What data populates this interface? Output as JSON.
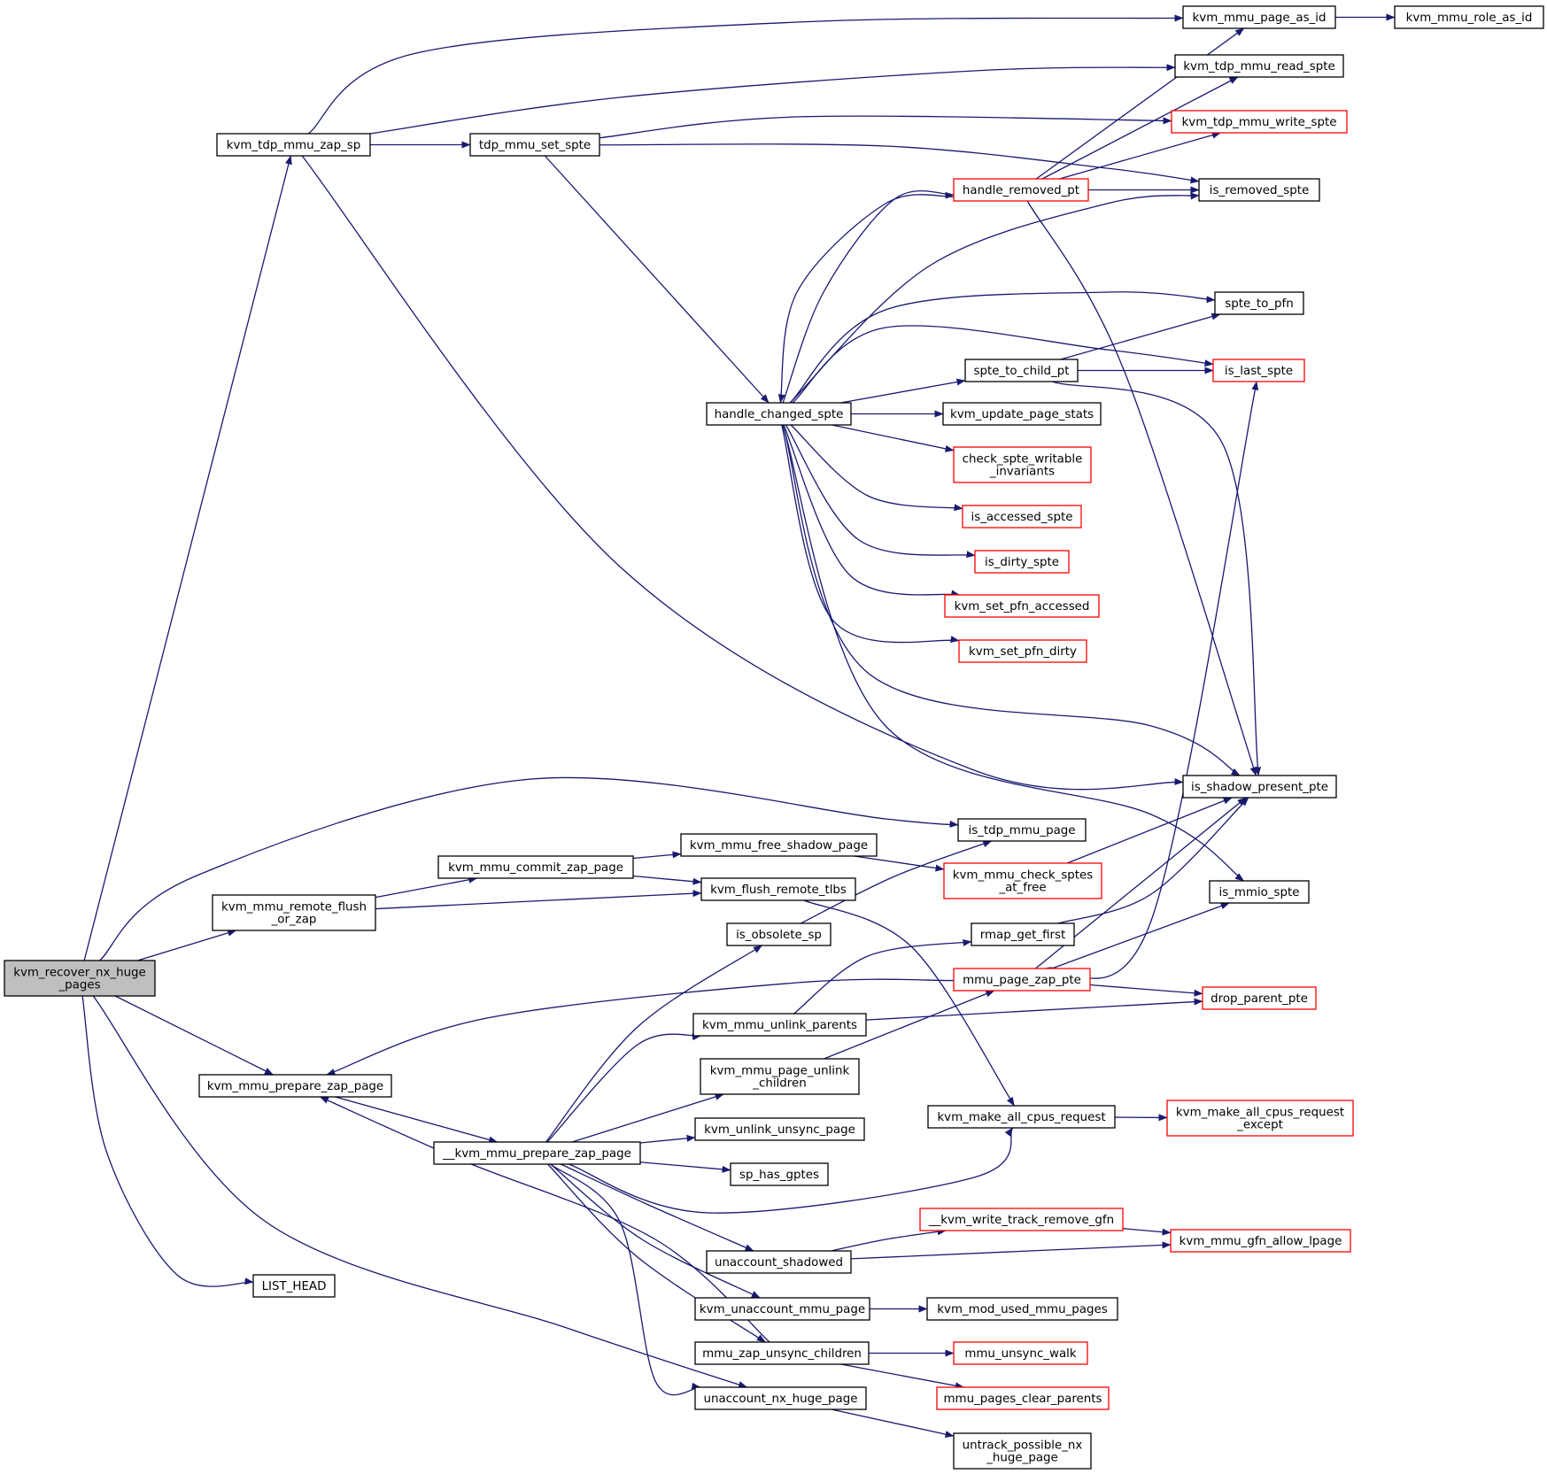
{
  "colors": {
    "edge": "#191970",
    "border_black": "#000000",
    "border_red": "#ff0000",
    "root_fill": "#bfbfbf",
    "node_fill": "#ffffff"
  },
  "nodes": [
    {
      "id": "kvm_recover_nx_huge_pages",
      "lines": [
        "kvm_recover_nx_huge",
        "_pages"
      ],
      "style": "root"
    },
    {
      "id": "kvm_tdp_mmu_zap_sp",
      "lines": [
        "kvm_tdp_mmu_zap_sp"
      ],
      "style": "black"
    },
    {
      "id": "kvm_mmu_page_as_id",
      "lines": [
        "kvm_mmu_page_as_id"
      ],
      "style": "black"
    },
    {
      "id": "kvm_mmu_role_as_id",
      "lines": [
        "kvm_mmu_role_as_id"
      ],
      "style": "black"
    },
    {
      "id": "kvm_tdp_mmu_read_spte",
      "lines": [
        "kvm_tdp_mmu_read_spte"
      ],
      "style": "black"
    },
    {
      "id": "tdp_mmu_set_spte",
      "lines": [
        "tdp_mmu_set_spte"
      ],
      "style": "black"
    },
    {
      "id": "kvm_tdp_mmu_write_spte",
      "lines": [
        "kvm_tdp_mmu_write_spte"
      ],
      "style": "red"
    },
    {
      "id": "handle_removed_pt",
      "lines": [
        "handle_removed_pt"
      ],
      "style": "red"
    },
    {
      "id": "is_removed_spte",
      "lines": [
        "is_removed_spte"
      ],
      "style": "black"
    },
    {
      "id": "spte_to_pfn",
      "lines": [
        "spte_to_pfn"
      ],
      "style": "black"
    },
    {
      "id": "spte_to_child_pt",
      "lines": [
        "spte_to_child_pt"
      ],
      "style": "black"
    },
    {
      "id": "is_last_spte",
      "lines": [
        "is_last_spte"
      ],
      "style": "red"
    },
    {
      "id": "handle_changed_spte",
      "lines": [
        "handle_changed_spte"
      ],
      "style": "black"
    },
    {
      "id": "kvm_update_page_stats",
      "lines": [
        "kvm_update_page_stats"
      ],
      "style": "black"
    },
    {
      "id": "check_spte_writable_invariants",
      "lines": [
        "check_spte_writable",
        "_invariants"
      ],
      "style": "red"
    },
    {
      "id": "is_accessed_spte",
      "lines": [
        "is_accessed_spte"
      ],
      "style": "red"
    },
    {
      "id": "is_dirty_spte",
      "lines": [
        "is_dirty_spte"
      ],
      "style": "red"
    },
    {
      "id": "kvm_set_pfn_accessed",
      "lines": [
        "kvm_set_pfn_accessed"
      ],
      "style": "red"
    },
    {
      "id": "kvm_set_pfn_dirty",
      "lines": [
        "kvm_set_pfn_dirty"
      ],
      "style": "red"
    },
    {
      "id": "is_shadow_present_pte",
      "lines": [
        "is_shadow_present_pte"
      ],
      "style": "black"
    },
    {
      "id": "is_tdp_mmu_page",
      "lines": [
        "is_tdp_mmu_page"
      ],
      "style": "black"
    },
    {
      "id": "kvm_mmu_free_shadow_page",
      "lines": [
        "kvm_mmu_free_shadow_page"
      ],
      "style": "black"
    },
    {
      "id": "kvm_mmu_commit_zap_page",
      "lines": [
        "kvm_mmu_commit_zap_page"
      ],
      "style": "black"
    },
    {
      "id": "kvm_mmu_check_sptes_at_free",
      "lines": [
        "kvm_mmu_check_sptes",
        "_at_free"
      ],
      "style": "red"
    },
    {
      "id": "kvm_mmu_remote_flush_or_zap",
      "lines": [
        "kvm_mmu_remote_flush",
        "_or_zap"
      ],
      "style": "black"
    },
    {
      "id": "kvm_flush_remote_tlbs",
      "lines": [
        "kvm_flush_remote_tlbs"
      ],
      "style": "black"
    },
    {
      "id": "is_mmio_spte",
      "lines": [
        "is_mmio_spte"
      ],
      "style": "black"
    },
    {
      "id": "is_obsolete_sp",
      "lines": [
        "is_obsolete_sp"
      ],
      "style": "black"
    },
    {
      "id": "rmap_get_first",
      "lines": [
        "rmap_get_first"
      ],
      "style": "black"
    },
    {
      "id": "mmu_page_zap_pte",
      "lines": [
        "mmu_page_zap_pte"
      ],
      "style": "red"
    },
    {
      "id": "drop_parent_pte",
      "lines": [
        "drop_parent_pte"
      ],
      "style": "red"
    },
    {
      "id": "kvm_mmu_unlink_parents",
      "lines": [
        "kvm_mmu_unlink_parents"
      ],
      "style": "black"
    },
    {
      "id": "kvm_mmu_prepare_zap_page",
      "lines": [
        "kvm_mmu_prepare_zap_page"
      ],
      "style": "black"
    },
    {
      "id": "kvm_mmu_page_unlink_children",
      "lines": [
        "kvm_mmu_page_unlink",
        "_children"
      ],
      "style": "black"
    },
    {
      "id": "kvm_make_all_cpus_request",
      "lines": [
        "kvm_make_all_cpus_request"
      ],
      "style": "black"
    },
    {
      "id": "kvm_make_all_cpus_request_except",
      "lines": [
        "kvm_make_all_cpus_request",
        "_except"
      ],
      "style": "red"
    },
    {
      "id": "kvm_unlink_unsync_page",
      "lines": [
        "kvm_unlink_unsync_page"
      ],
      "style": "black"
    },
    {
      "id": "__kvm_mmu_prepare_zap_page",
      "lines": [
        "__kvm_mmu_prepare_zap_page"
      ],
      "style": "black"
    },
    {
      "id": "sp_has_gptes",
      "lines": [
        "sp_has_gptes"
      ],
      "style": "black"
    },
    {
      "id": "__kvm_write_track_remove_gfn",
      "lines": [
        "__kvm_write_track_remove_gfn"
      ],
      "style": "red"
    },
    {
      "id": "kvm_mmu_gfn_allow_lpage",
      "lines": [
        "kvm_mmu_gfn_allow_lpage"
      ],
      "style": "red"
    },
    {
      "id": "unaccount_shadowed",
      "lines": [
        "unaccount_shadowed"
      ],
      "style": "black"
    },
    {
      "id": "LIST_HEAD",
      "lines": [
        "LIST_HEAD"
      ],
      "style": "black"
    },
    {
      "id": "kvm_unaccount_mmu_page",
      "lines": [
        "kvm_unaccount_mmu_page"
      ],
      "style": "black"
    },
    {
      "id": "kvm_mod_used_mmu_pages",
      "lines": [
        "kvm_mod_used_mmu_pages"
      ],
      "style": "black"
    },
    {
      "id": "mmu_zap_unsync_children",
      "lines": [
        "mmu_zap_unsync_children"
      ],
      "style": "black"
    },
    {
      "id": "mmu_unsync_walk",
      "lines": [
        "mmu_unsync_walk"
      ],
      "style": "red"
    },
    {
      "id": "mmu_pages_clear_parents",
      "lines": [
        "mmu_pages_clear_parents"
      ],
      "style": "red"
    },
    {
      "id": "unaccount_nx_huge_page",
      "lines": [
        "unaccount_nx_huge_page"
      ],
      "style": "black"
    },
    {
      "id": "untrack_possible_nx_huge_page",
      "lines": [
        "untrack_possible_nx",
        "_huge_page"
      ],
      "style": "black"
    }
  ],
  "edges": [
    [
      "kvm_recover_nx_huge_pages",
      "kvm_tdp_mmu_zap_sp"
    ],
    [
      "kvm_recover_nx_huge_pages",
      "is_tdp_mmu_page"
    ],
    [
      "kvm_recover_nx_huge_pages",
      "kvm_mmu_remote_flush_or_zap"
    ],
    [
      "kvm_recover_nx_huge_pages",
      "kvm_mmu_prepare_zap_page"
    ],
    [
      "kvm_recover_nx_huge_pages",
      "LIST_HEAD"
    ],
    [
      "kvm_recover_nx_huge_pages",
      "unaccount_nx_huge_page"
    ],
    [
      "kvm_tdp_mmu_zap_sp",
      "kvm_mmu_page_as_id"
    ],
    [
      "kvm_tdp_mmu_zap_sp",
      "kvm_tdp_mmu_read_spte"
    ],
    [
      "kvm_tdp_mmu_zap_sp",
      "tdp_mmu_set_spte"
    ],
    [
      "kvm_tdp_mmu_zap_sp",
      "is_shadow_present_pte"
    ],
    [
      "kvm_mmu_page_as_id",
      "kvm_mmu_role_as_id"
    ],
    [
      "tdp_mmu_set_spte",
      "kvm_tdp_mmu_write_spte"
    ],
    [
      "tdp_mmu_set_spte",
      "is_removed_spte"
    ],
    [
      "tdp_mmu_set_spte",
      "handle_changed_spte"
    ],
    [
      "handle_removed_pt",
      "kvm_mmu_page_as_id"
    ],
    [
      "handle_removed_pt",
      "kvm_tdp_mmu_read_spte"
    ],
    [
      "handle_removed_pt",
      "kvm_tdp_mmu_write_spte"
    ],
    [
      "handle_removed_pt",
      "is_removed_spte"
    ],
    [
      "handle_removed_pt",
      "handle_changed_spte"
    ],
    [
      "handle_removed_pt",
      "is_shadow_present_pte"
    ],
    [
      "handle_changed_spte",
      "handle_removed_pt"
    ],
    [
      "handle_changed_spte",
      "is_removed_spte"
    ],
    [
      "handle_changed_spte",
      "spte_to_pfn"
    ],
    [
      "handle_changed_spte",
      "is_last_spte"
    ],
    [
      "handle_changed_spte",
      "spte_to_child_pt"
    ],
    [
      "handle_changed_spte",
      "kvm_update_page_stats"
    ],
    [
      "handle_changed_spte",
      "check_spte_writable_invariants"
    ],
    [
      "handle_changed_spte",
      "is_accessed_spte"
    ],
    [
      "handle_changed_spte",
      "is_dirty_spte"
    ],
    [
      "handle_changed_spte",
      "kvm_set_pfn_accessed"
    ],
    [
      "handle_changed_spte",
      "kvm_set_pfn_dirty"
    ],
    [
      "handle_changed_spte",
      "is_shadow_present_pte"
    ],
    [
      "handle_changed_spte",
      "is_mmio_spte"
    ],
    [
      "spte_to_child_pt",
      "spte_to_pfn"
    ],
    [
      "spte_to_child_pt",
      "is_last_spte"
    ],
    [
      "spte_to_child_pt",
      "is_shadow_present_pte"
    ],
    [
      "kvm_mmu_remote_flush_or_zap",
      "kvm_mmu_commit_zap_page"
    ],
    [
      "kvm_mmu_remote_flush_or_zap",
      "kvm_flush_remote_tlbs"
    ],
    [
      "kvm_mmu_commit_zap_page",
      "kvm_mmu_free_shadow_page"
    ],
    [
      "kvm_mmu_commit_zap_page",
      "kvm_flush_remote_tlbs"
    ],
    [
      "kvm_mmu_free_shadow_page",
      "kvm_mmu_check_sptes_at_free"
    ],
    [
      "kvm_mmu_check_sptes_at_free",
      "is_shadow_present_pte"
    ],
    [
      "kvm_flush_remote_tlbs",
      "kvm_make_all_cpus_request"
    ],
    [
      "is_obsolete_sp",
      "is_tdp_mmu_page"
    ],
    [
      "rmap_get_first",
      "is_shadow_present_pte"
    ],
    [
      "mmu_page_zap_pte",
      "is_shadow_present_pte"
    ],
    [
      "mmu_page_zap_pte",
      "is_last_spte"
    ],
    [
      "mmu_page_zap_pte",
      "is_mmio_spte"
    ],
    [
      "mmu_page_zap_pte",
      "drop_parent_pte"
    ],
    [
      "mmu_page_zap_pte",
      "kvm_mmu_prepare_zap_page"
    ],
    [
      "kvm_mmu_unlink_parents",
      "rmap_get_first"
    ],
    [
      "kvm_mmu_unlink_parents",
      "drop_parent_pte"
    ],
    [
      "kvm_mmu_page_unlink_children",
      "mmu_page_zap_pte"
    ],
    [
      "kvm_mmu_prepare_zap_page",
      "__kvm_mmu_prepare_zap_page"
    ],
    [
      "__kvm_mmu_prepare_zap_page",
      "is_obsolete_sp"
    ],
    [
      "__kvm_mmu_prepare_zap_page",
      "kvm_mmu_unlink_parents"
    ],
    [
      "__kvm_mmu_prepare_zap_page",
      "kvm_mmu_page_unlink_children"
    ],
    [
      "__kvm_mmu_prepare_zap_page",
      "kvm_unlink_unsync_page"
    ],
    [
      "__kvm_mmu_prepare_zap_page",
      "sp_has_gptes"
    ],
    [
      "__kvm_mmu_prepare_zap_page",
      "kvm_make_all_cpus_request"
    ],
    [
      "__kvm_mmu_prepare_zap_page",
      "unaccount_shadowed"
    ],
    [
      "__kvm_mmu_prepare_zap_page",
      "kvm_unaccount_mmu_page"
    ],
    [
      "__kvm_mmu_prepare_zap_page",
      "mmu_zap_unsync_children"
    ],
    [
      "__kvm_mmu_prepare_zap_page",
      "unaccount_nx_huge_page"
    ],
    [
      "kvm_make_all_cpus_request",
      "kvm_make_all_cpus_request_except"
    ],
    [
      "unaccount_shadowed",
      "__kvm_write_track_remove_gfn"
    ],
    [
      "unaccount_shadowed",
      "kvm_mmu_gfn_allow_lpage"
    ],
    [
      "__kvm_write_track_remove_gfn",
      "kvm_mmu_gfn_allow_lpage"
    ],
    [
      "kvm_unaccount_mmu_page",
      "kvm_mod_used_mmu_pages"
    ],
    [
      "mmu_zap_unsync_children",
      "mmu_unsync_walk"
    ],
    [
      "mmu_zap_unsync_children",
      "mmu_pages_clear_parents"
    ],
    [
      "mmu_zap_unsync_children",
      "kvm_mmu_prepare_zap_page"
    ],
    [
      "unaccount_nx_huge_page",
      "untrack_possible_nx_huge_page"
    ]
  ]
}
